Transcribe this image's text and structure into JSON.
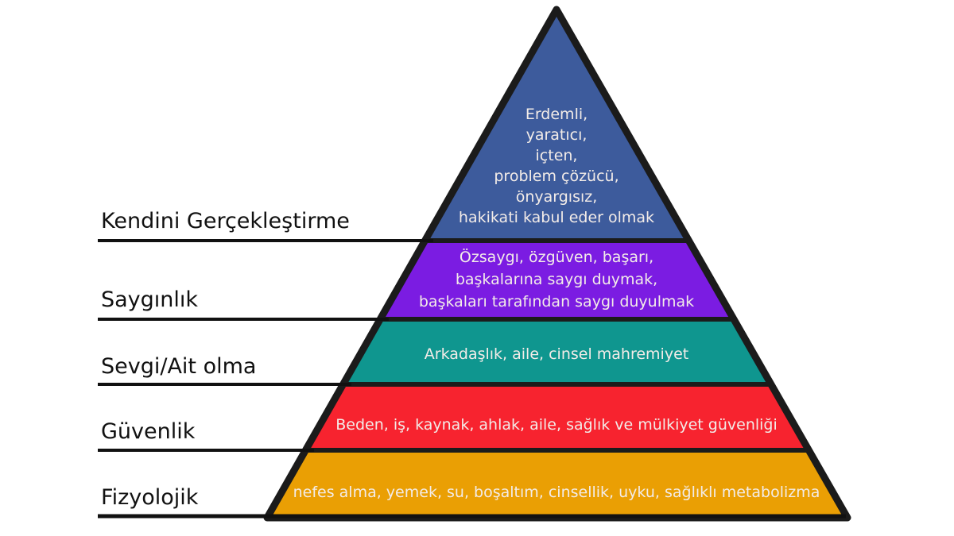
{
  "pyramid": {
    "border_color": "#1b1b1b",
    "band_text_color": "#f3ece8",
    "label_text_color": "#111111",
    "levels": [
      {
        "id": "self-actualization",
        "label": "Kendini Gerçekleştirme",
        "color": "#3d5b9c",
        "items": "Erdemli,\nyaratıcı,\niçten,\nproblem çözücü,\nönyargısız,\nhakikati kabul eder olmak"
      },
      {
        "id": "esteem",
        "label": "Saygınlık",
        "color": "#7b1ce2",
        "items": "Özsaygı, özgüven, başarı,\nbaşkalarına saygı duymak,\nbaşkaları tarafından saygı duyulmak"
      },
      {
        "id": "love-belonging",
        "label": "Sevgi/Ait olma",
        "color": "#0f968f",
        "items": "Arkadaşlık, aile, cinsel mahremiyet"
      },
      {
        "id": "safety",
        "label": "Güvenlik",
        "color": "#f7232f",
        "items": "Beden, iş, kaynak, ahlak, aile, sağlık ve mülkiyet güvenliği"
      },
      {
        "id": "physiological",
        "label": "Fizyolojik",
        "color": "#ea9f04",
        "items": "nefes alma, yemek, su, boşaltım, cinsellik, uyku, sağlıklı metabolizma"
      }
    ]
  }
}
